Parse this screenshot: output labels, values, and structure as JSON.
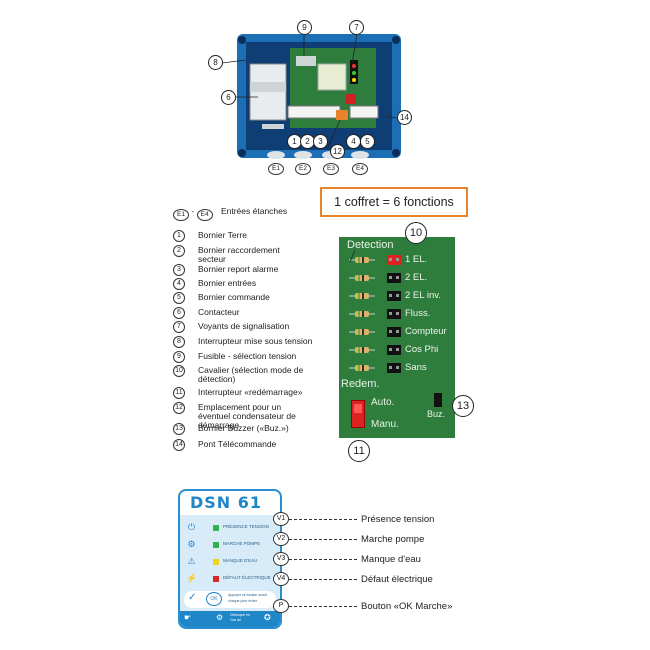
{
  "top_diagram": {
    "callouts": [
      "9",
      "7",
      "8",
      "6",
      "14",
      "1",
      "2",
      "3",
      "4",
      "5",
      "12"
    ],
    "entries": [
      "E1",
      "E2",
      "E3",
      "E4"
    ],
    "colors": {
      "enclosure": "#1d6fb5",
      "enclosure_inner": "#0f3e74",
      "board": "#2f7d3d"
    }
  },
  "headline": "1 coffret = 6 fonctions",
  "legend": {
    "entry_range_from": "E1",
    "entry_range_to": "E4",
    "entry_text": "Entrées étanches",
    "items": [
      {
        "num": "1",
        "text": "Bornier Terre"
      },
      {
        "num": "2",
        "text": "Bornier raccordement secteur"
      },
      {
        "num": "3",
        "text": "Bornier report alarme"
      },
      {
        "num": "4",
        "text": "Bornier entrées"
      },
      {
        "num": "5",
        "text": "Bornier commande"
      },
      {
        "num": "6",
        "text": "Contacteur"
      },
      {
        "num": "7",
        "text": "Voyants de signalisation"
      },
      {
        "num": "8",
        "text": "Interrupteur mise sous tension"
      },
      {
        "num": "9",
        "text": "Fusible - sélection tension"
      },
      {
        "num": "10",
        "text": "Cavalier (sélection mode de détection)"
      },
      {
        "num": "11",
        "text": "Interrupteur «redémarrage»"
      },
      {
        "num": "12",
        "text": "Emplacement pour un éventuel condensateur de démarrage"
      },
      {
        "num": "13",
        "text": "Bornier Buzzer («Buz.»)"
      },
      {
        "num": "14",
        "text": "Pont Télécommande"
      }
    ]
  },
  "detection_board": {
    "title": "Detection",
    "callout_top": "10",
    "callout_bottom": "11",
    "callout_right": "13",
    "options": [
      "1 EL.",
      "2 EL.",
      "2 EL inv.",
      "Fluss.",
      "Compteur",
      "Cos Phi",
      "Sans"
    ],
    "redem_title": "Redem.",
    "redem_auto": "Auto.",
    "redem_manu": "Manu.",
    "buz_label": "Buz."
  },
  "dsn_panel": {
    "title": "DSN 61",
    "rows": [
      {
        "icon": "power-icon",
        "led_color": "#2fb34a",
        "label": "PRÉSENCE TENSION"
      },
      {
        "icon": "pump-icon",
        "led_color": "#2fb34a",
        "label": "MARCHE POMPE"
      },
      {
        "icon": "water-warning-icon",
        "led_color": "#f2d21a",
        "label": "MANQUE D'EAU"
      },
      {
        "icon": "electric-warning-icon",
        "led_color": "#d62828",
        "label": "DÉFAUT ÉLECTRIQUE"
      }
    ],
    "ok_button": "OK",
    "footer": [
      "Appuyer ce bouton avant",
      "chaque pour éviter",
      "Débloqué en",
      "Cas de"
    ],
    "callouts": [
      {
        "id": "V1",
        "label": "Présence tension"
      },
      {
        "id": "V2",
        "label": "Marche pompe"
      },
      {
        "id": "V3",
        "label": "Manque d'eau"
      },
      {
        "id": "V4",
        "label": "Défaut électrique"
      },
      {
        "id": "P",
        "label": "Bouton «OK Marche»"
      }
    ]
  }
}
